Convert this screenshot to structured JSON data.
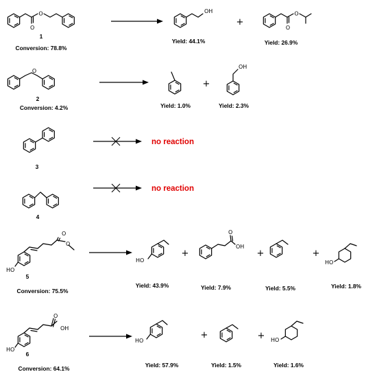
{
  "colors": {
    "no_reaction": "#e00000",
    "ink": "#000000"
  },
  "atom_labels": {
    "oh": "OH",
    "ho": "HO",
    "o": "O"
  },
  "reactions": [
    {
      "id": "1",
      "conversion": "Conversion: 78.8%",
      "yields": [
        "Yield: 44.1%",
        "Yield: 26.9%"
      ]
    },
    {
      "id": "2",
      "conversion": "Conversion: 4.2%",
      "yields": [
        "Yield: 1.0%",
        "Yield: 2.3%"
      ]
    },
    {
      "id": "3",
      "result": "no reaction"
    },
    {
      "id": "4",
      "result": "no reaction"
    },
    {
      "id": "5",
      "conversion": "Conversion: 75.5%",
      "yields": [
        "Yield: 43.9%",
        "Yield: 7.9%",
        "Yield: 5.5%",
        "Yield: 1.8%"
      ]
    },
    {
      "id": "6",
      "conversion": "Conversion: 64.1%",
      "yields": [
        "Yield: 57.9%",
        "Yield: 1.5%",
        "Yield: 1.6%"
      ]
    }
  ],
  "plus": "+"
}
